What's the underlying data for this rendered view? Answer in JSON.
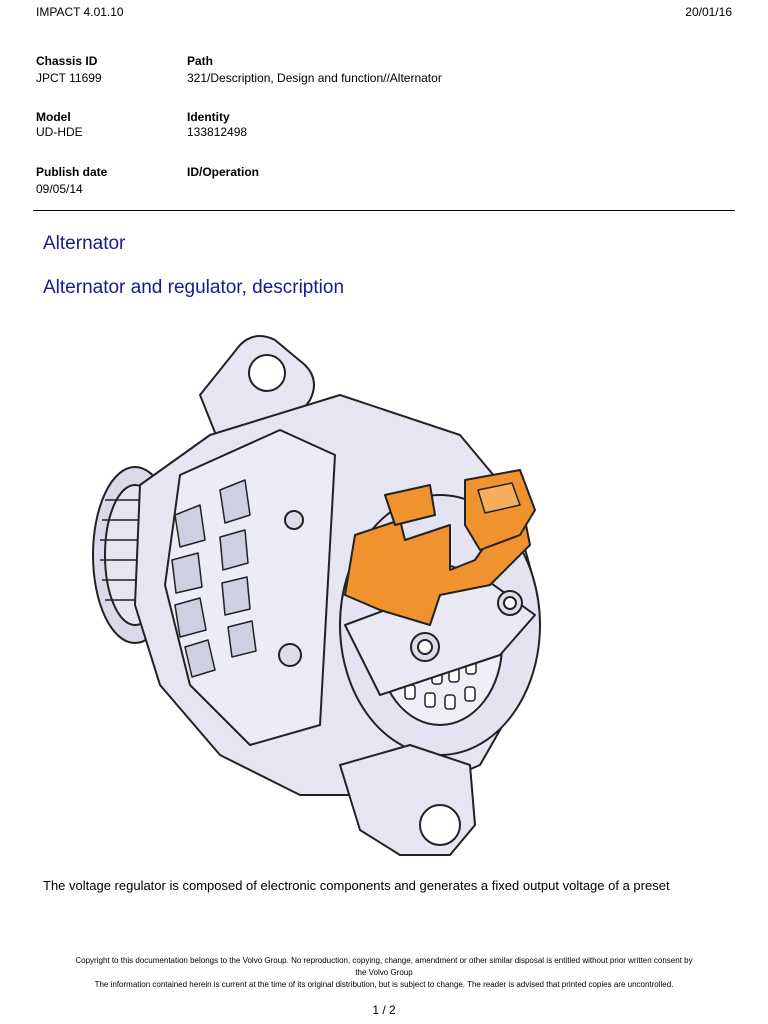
{
  "header": {
    "app": "IMPACT 4.01.10",
    "date": "20/01/16"
  },
  "meta": {
    "chassis_label": "Chassis ID",
    "chassis_value": "JPCT 11699",
    "path_label": "Path",
    "path_value": "321/Description, Design and function//Alternator",
    "model_label": "Model",
    "model_value": "UD-HDE",
    "identity_label": "Identity",
    "identity_value": "133812498",
    "publish_label": "Publish date",
    "publish_value": "09/05/14",
    "idop_label": "ID/Operation"
  },
  "content": {
    "heading1": "Alternator",
    "heading2": "Alternator and regulator, description",
    "paragraph": "The voltage regulator is composed of electronic components and generates a fixed output voltage of a preset"
  },
  "footer": {
    "copyright_line1": "Copyright to this documentation belongs to the Volvo Group. No reproduction, copying, change, amendment or other similar disposal is entitled without prior written consent by",
    "copyright_line2": "the Volvo Group",
    "disclaimer": "The information contained herein is current at the time of its original distribution, but is subject to change. The reader is advised that printed copies are uncontrolled.",
    "page": "1 / 2"
  },
  "colors": {
    "heading": "#1a1a8c",
    "regulator": "#f0922e",
    "body_fill": "#e6e6f3"
  }
}
